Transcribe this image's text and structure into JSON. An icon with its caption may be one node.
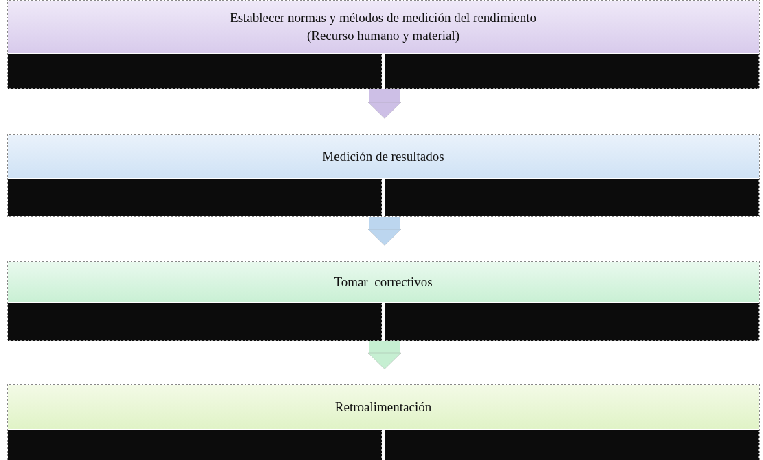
{
  "diagram": {
    "nodes": [
      {
        "text": [
          "Establecer normas y métodos de medición del rendimiento",
          "(Recurso humano y material)"
        ]
      },
      {
        "text": [],
        "shape": "box",
        "in": 0
      },
      {
        "text": [],
        "shape": "box",
        "in": 0
      },
      {
        "text": [
          "Medición de resultados"
        ]
      },
      {
        "text": [],
        "shape": "box",
        "in": 3
      },
      {
        "text": [],
        "shape": "box",
        "in": 3
      },
      {
        "text": [
          "Tomar  correctivos"
        ]
      },
      {
        "text": [],
        "shape": "box",
        "in": 6
      },
      {
        "text": [],
        "shape": "box",
        "in": 6
      },
      {
        "text": [
          "Retroalimentación"
        ]
      },
      {
        "text": [],
        "shape": "box",
        "in": 9
      },
      {
        "text": [],
        "shape": "box",
        "in": 9
      }
    ],
    "edges": [
      {
        "from": 0,
        "to": 3,
        "arrow": "to",
        "color": "#cdbfe6"
      },
      {
        "from": 3,
        "to": 6,
        "arrow": "to",
        "color": "#bcd6ef"
      },
      {
        "from": 6,
        "to": 9,
        "arrow": "to",
        "color": "#c6efd2"
      }
    ]
  }
}
